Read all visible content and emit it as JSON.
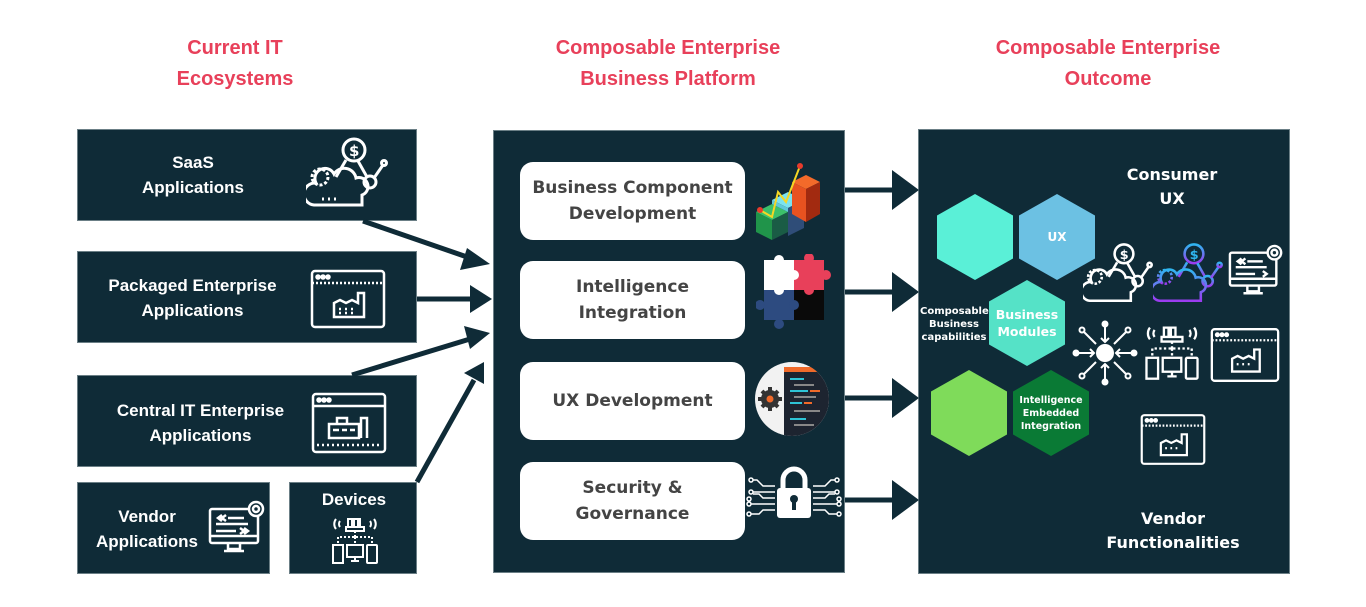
{
  "columns": {
    "current": {
      "title_line1": "Current IT",
      "title_line2": "Ecosystems"
    },
    "platform": {
      "title_line1": "Composable Enterprise",
      "title_line2": "Business Platform"
    },
    "outcome": {
      "title_line1": "Composable Enterprise",
      "title_line2": "Outcome"
    }
  },
  "sources": [
    {
      "line1": "SaaS",
      "line2": "Applications",
      "icon": "saas-cloud-dollar-icon"
    },
    {
      "line1": "Packaged Enterprise",
      "line2": "Applications",
      "icon": "factory-window-icon"
    },
    {
      "line1": "Central IT Enterprise",
      "line2": "Applications",
      "icon": "building-window-icon"
    },
    {
      "line1": "Vendor",
      "line2": "Applications",
      "icon": "monitor-gear-icon"
    },
    {
      "line1": "Devices",
      "icon": "devices-network-icon"
    }
  ],
  "platform": [
    {
      "line1": "Business Component",
      "line2": "Development",
      "icon": "bar-chart-3d-icon"
    },
    {
      "line1": "Intelligence",
      "line2": "Integration",
      "icon": "puzzle-icon"
    },
    {
      "line1": "UX Development",
      "icon": "code-gear-icon"
    },
    {
      "line1": "Security &",
      "line2": "Governance",
      "icon": "circuit-lock-icon"
    }
  ],
  "outcome": {
    "consumer_line1": "Consumer",
    "consumer_line2": "UX",
    "vendor_line1": "Vendor",
    "vendor_line2": "Functionalities",
    "composable_line1": "Composable",
    "composable_line2": "Business",
    "composable_line3": "capabilities",
    "hex_ux": "UX",
    "hex_business_line1": "Business",
    "hex_business_line2": "Modules",
    "hex_intel_line1": "Intelligence",
    "hex_intel_line2": "Embedded",
    "hex_intel_line3": "Integration"
  },
  "colors": {
    "title": "#e8405a",
    "panel": "#0f2b37",
    "hex_teal": "#5af0d7",
    "hex_blue": "#6cc1e3",
    "hex_mint": "#55e2c7",
    "hex_lime": "#7fdb5a",
    "hex_green": "#0a7a35"
  }
}
